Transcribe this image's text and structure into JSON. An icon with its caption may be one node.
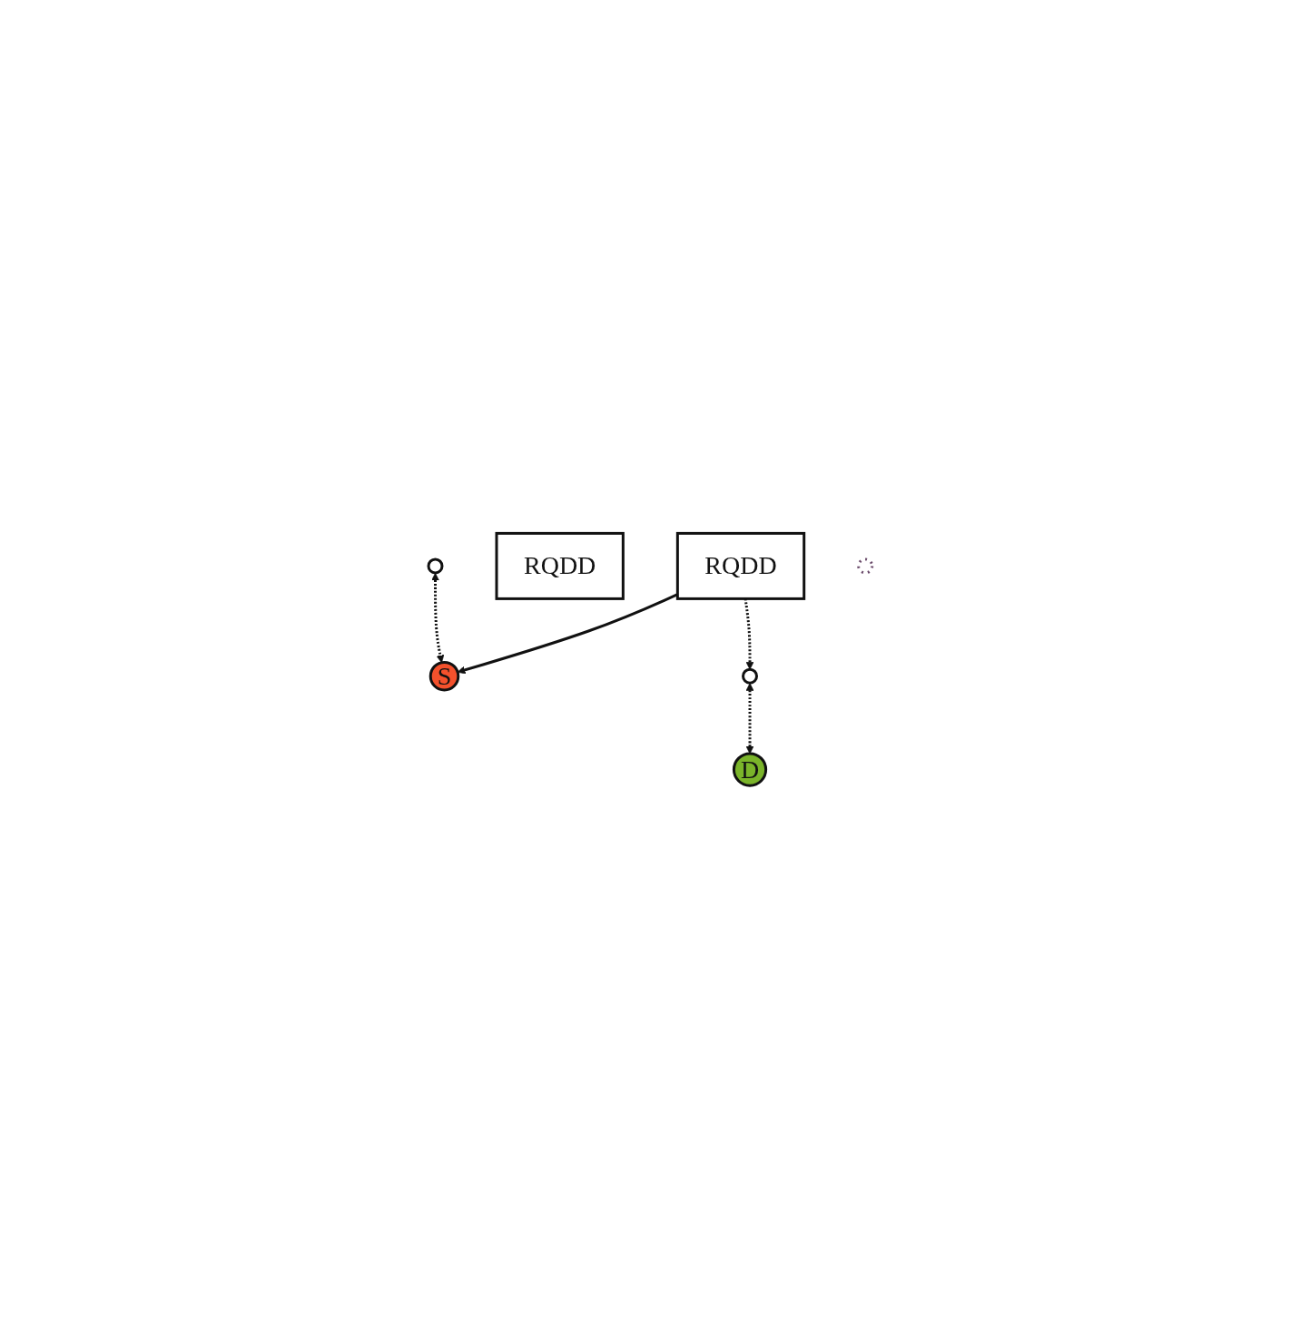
{
  "diagram": {
    "nodes": [
      {
        "text": [
          "S"
        ]
      },
      {
        "text": [
          "RQDD"
        ]
      },
      {
        "text": [
          "RQDD"
        ]
      },
      {
        "text": [],
        "shape": "circle"
      },
      {
        "text": [],
        "shape": "circle"
      },
      {
        "text": [
          "D"
        ]
      },
      {
        "text": [],
        "shape": "circle"
      }
    ],
    "edges": [
      {
        "from": 1,
        "to": 0,
        "arrow": "to"
      },
      {
        "from": 1,
        "to": 3,
        "arrow": "to",
        "style": "dashed"
      },
      {
        "from": 4,
        "to": 0,
        "arrow": "both",
        "style": "dashed"
      },
      {
        "from": 3,
        "to": 5,
        "arrow": "both",
        "style": "dashed"
      }
    ]
  }
}
